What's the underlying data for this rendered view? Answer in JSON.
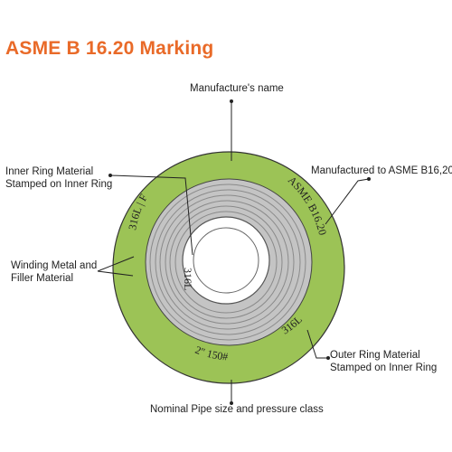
{
  "title": "ASME B 16.20 Marking",
  "callouts": {
    "manufacturer": "Manufacture's name",
    "inner_ring": [
      "Inner Ring Material",
      "Stamped on Inner Ring"
    ],
    "manufactured_to": "Manufactured to ASME B16,20",
    "winding": [
      "Winding Metal and",
      "Filler Material"
    ],
    "outer_ring": [
      "Outer Ring Material",
      "Stamped on Inner Ring"
    ],
    "nominal": "Nominal Pipe size and pressure class"
  },
  "stamps": {
    "asme": "ASME B16.20",
    "winding_material": "316L | FG",
    "outer_material": "316L",
    "inner_material": "316L",
    "size_class": "2\" 150#"
  },
  "colors": {
    "title": "#e96a28",
    "outer_ring": "#9cc356",
    "winding": "#bdbdbd",
    "inner_ring": "#ffffff"
  }
}
